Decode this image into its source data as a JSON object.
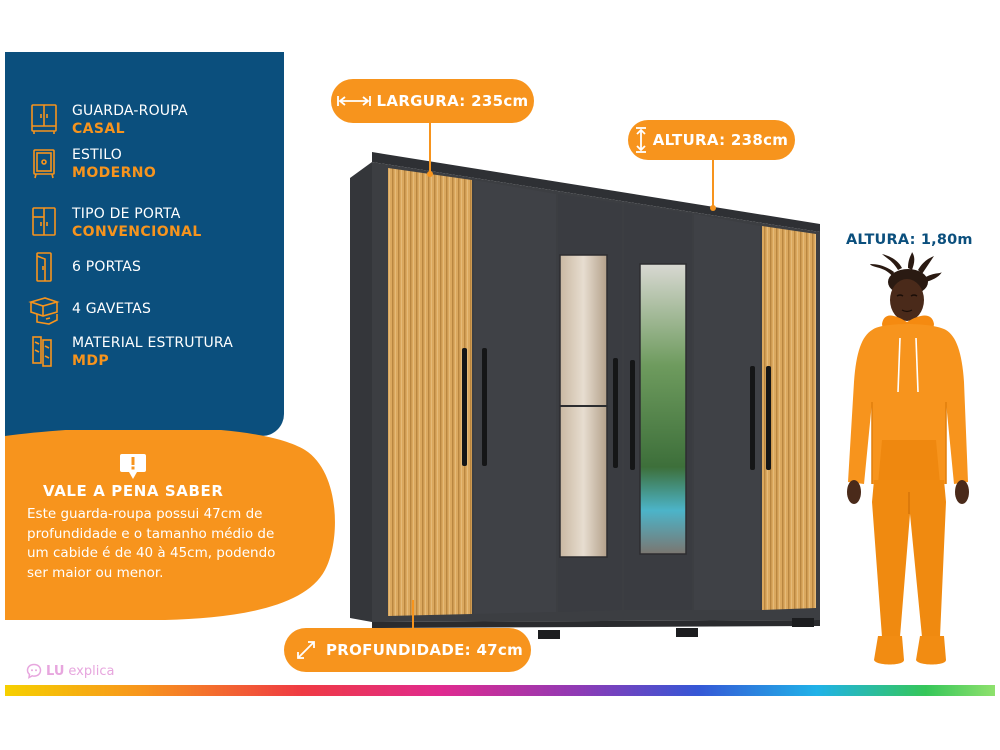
{
  "specs": [
    {
      "label": "GUARDA-ROUPA",
      "value": "CASAL",
      "icon": "wardrobe-icon"
    },
    {
      "label": "ESTILO",
      "value": "MODERNO",
      "icon": "style-cabinet-icon"
    },
    {
      "label": "TIPO DE PORTA",
      "value": "CONVENCIONAL",
      "icon": "door-type-icon"
    },
    {
      "label": "6  PORTAS",
      "value": "",
      "icon": "door-icon"
    },
    {
      "label": "4 GAVETAS",
      "value": "",
      "icon": "drawer-icon"
    },
    {
      "label": "MATERIAL ESTRUTURA",
      "value": "MDP",
      "icon": "material-panel-icon"
    }
  ],
  "tip": {
    "title": "VALE A PENA SABER",
    "lines": [
      "Este guarda-roupa possui 47cm de",
      "profundidade e o tamanho médio de",
      "um cabide é de 40 à 45cm, podendo",
      "ser maior ou menor."
    ],
    "icon": "alert-sign-icon"
  },
  "dimensions": {
    "width": "LARGURA: 235cm",
    "height": "ALTURA: 238cm",
    "depth": "PROFUNDIDADE: 47cm",
    "person_height": "ALTURA: 1,80m"
  },
  "brand": {
    "name_bold": "LU",
    "name_light": "explica",
    "icon": "chat-bubble-icon"
  },
  "colors": {
    "navy": "#0b4f7d",
    "orange": "#f7941d",
    "wardrobe_body": "#3c3e42",
    "wood": "#d9a35a"
  }
}
